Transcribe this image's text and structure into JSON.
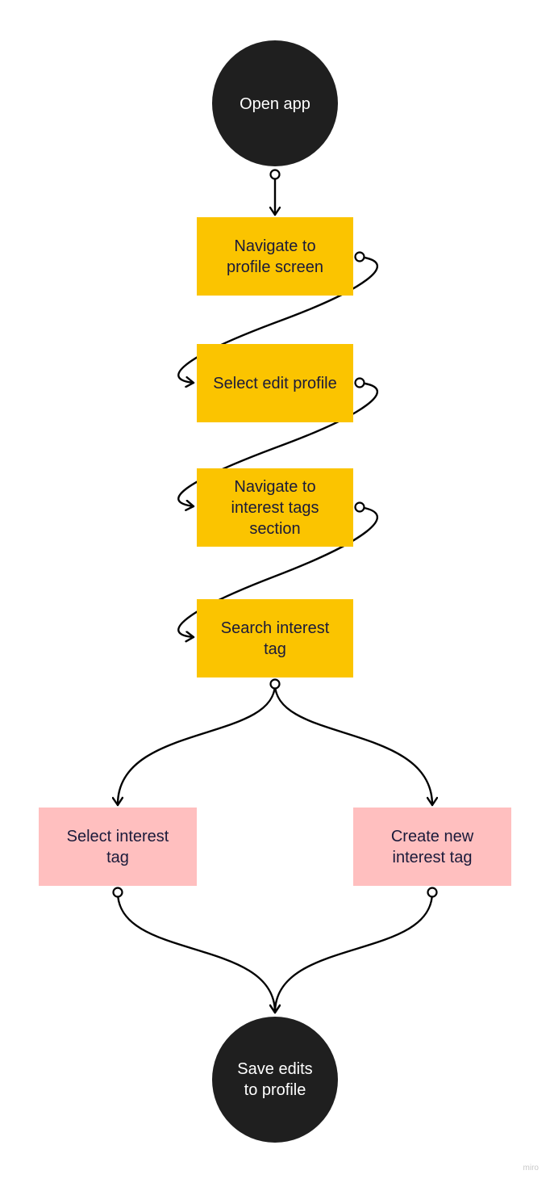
{
  "diagram": {
    "colors": {
      "terminal_fill": "#1f1f1f",
      "step_fill": "#fbc400",
      "branch_fill": "#ffbfbf",
      "connector": "#000000",
      "terminal_text": "#ffffff",
      "step_text": "#1a1a3a"
    },
    "nodes": {
      "open_app": {
        "lines": [
          "Open app"
        ]
      },
      "nav_profile": {
        "lines": [
          "Navigate to",
          "profile screen"
        ]
      },
      "edit_profile": {
        "lines": [
          "Select edit profile"
        ]
      },
      "nav_tags": {
        "lines": [
          "Navigate to",
          "interest tags",
          "section"
        ]
      },
      "search_tag": {
        "lines": [
          "Search interest",
          "tag"
        ]
      },
      "select_tag": {
        "lines": [
          "Select interest",
          "tag"
        ]
      },
      "create_tag": {
        "lines": [
          "Create new",
          "interest tag"
        ]
      },
      "save_edits": {
        "lines": [
          "Save edits",
          "to profile"
        ]
      }
    },
    "edges": [
      {
        "from": "open_app",
        "to": "nav_profile"
      },
      {
        "from": "nav_profile",
        "to": "edit_profile"
      },
      {
        "from": "edit_profile",
        "to": "nav_tags"
      },
      {
        "from": "nav_tags",
        "to": "search_tag"
      },
      {
        "from": "search_tag",
        "to": "select_tag"
      },
      {
        "from": "search_tag",
        "to": "create_tag"
      },
      {
        "from": "select_tag",
        "to": "save_edits"
      },
      {
        "from": "create_tag",
        "to": "save_edits"
      }
    ]
  },
  "watermark": "miro"
}
